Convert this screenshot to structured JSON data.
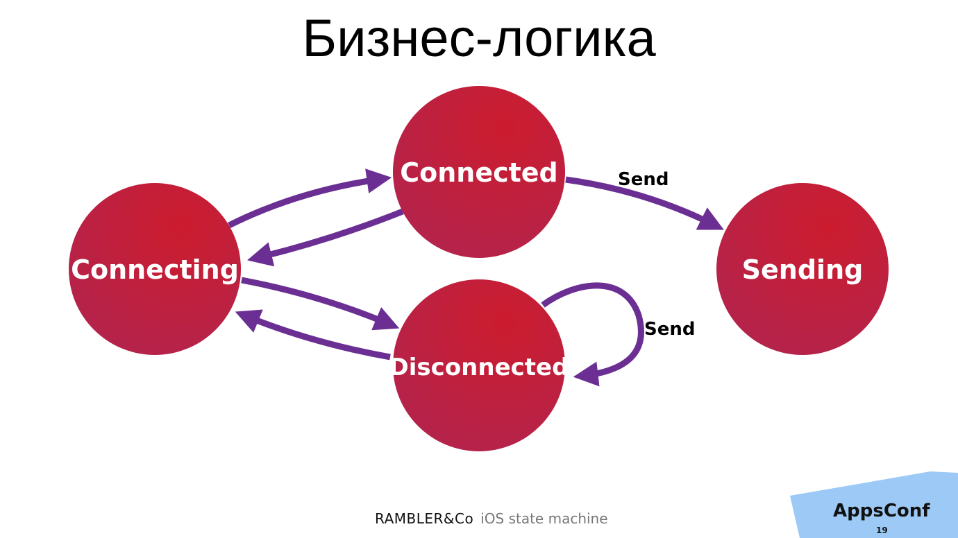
{
  "slide": {
    "title": "Бизнес-логика",
    "page_number": "19"
  },
  "diagram": {
    "type": "state-machine",
    "colors": {
      "node": "#c8203a",
      "edge": "#6b2f93",
      "badge": "#9cc9f5"
    },
    "nodes": [
      {
        "id": "connecting",
        "label": "Connecting"
      },
      {
        "id": "connected",
        "label": "Connected"
      },
      {
        "id": "sending",
        "label": "Sending"
      },
      {
        "id": "disconnected",
        "label": "Disconnected"
      }
    ],
    "edges": [
      {
        "from": "connecting",
        "to": "connected",
        "label": ""
      },
      {
        "from": "connected",
        "to": "connecting",
        "label": ""
      },
      {
        "from": "connected",
        "to": "sending",
        "label": "Send"
      },
      {
        "from": "connecting",
        "to": "disconnected",
        "label": ""
      },
      {
        "from": "disconnected",
        "to": "connecting",
        "label": ""
      },
      {
        "from": "disconnected",
        "to": "disconnected",
        "label": "Send"
      }
    ]
  },
  "footer": {
    "brand": "RAMBLER&Co",
    "subtitle": "iOS state machine"
  },
  "badge": {
    "name": "AppsConf",
    "number": "19"
  }
}
